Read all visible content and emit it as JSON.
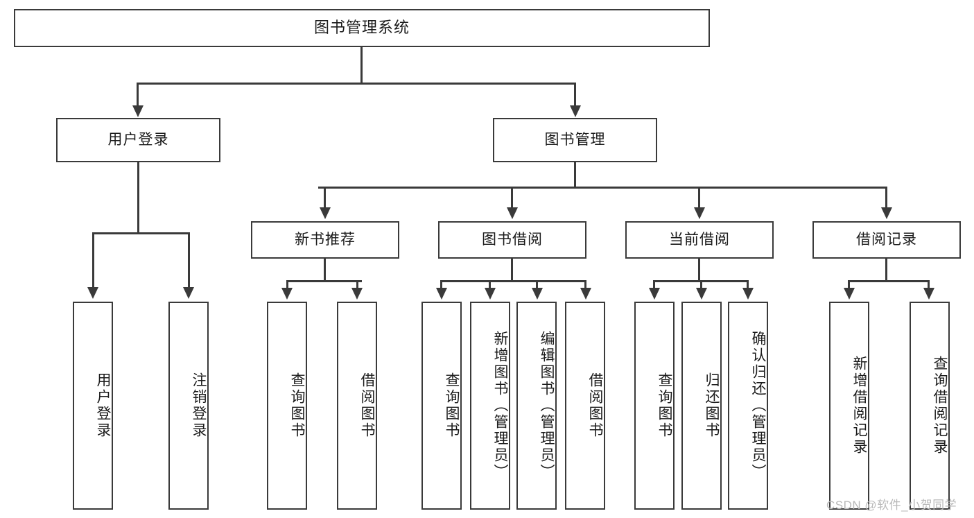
{
  "diagram": {
    "type": "tree-hierarchy",
    "title": "图书管理系统",
    "watermark": "CSDN @软件_小贺同学",
    "levels": {
      "root": {
        "label": "图书管理系统"
      },
      "level2": [
        {
          "id": "user-login",
          "label": "用户登录"
        },
        {
          "id": "book-management",
          "label": "图书管理"
        }
      ],
      "level3": [
        {
          "id": "new-book-recommend",
          "label": "新书推荐",
          "parent": "book-management"
        },
        {
          "id": "book-borrow",
          "label": "图书借阅",
          "parent": "book-management"
        },
        {
          "id": "current-borrow",
          "label": "当前借阅",
          "parent": "book-management"
        },
        {
          "id": "borrow-record",
          "label": "借阅记录",
          "parent": "book-management"
        }
      ],
      "leaves": [
        {
          "id": "leaf-user-login",
          "label": "用户登录",
          "parent": "user-login"
        },
        {
          "id": "leaf-logout-login",
          "label": "注销登录",
          "parent": "user-login"
        },
        {
          "id": "leaf-query-book-1",
          "label": "查询图书",
          "parent": "new-book-recommend"
        },
        {
          "id": "leaf-borrow-book-1",
          "label": "借阅图书",
          "parent": "new-book-recommend"
        },
        {
          "id": "leaf-query-book-2",
          "label": "查询图书",
          "parent": "book-borrow"
        },
        {
          "id": "leaf-add-book-admin",
          "label": "新增图书（管理员）",
          "parent": "book-borrow"
        },
        {
          "id": "leaf-edit-book-admin",
          "label": "编辑图书（管理员）",
          "parent": "book-borrow"
        },
        {
          "id": "leaf-borrow-book-2",
          "label": "借阅图书",
          "parent": "book-borrow"
        },
        {
          "id": "leaf-query-book-3",
          "label": "查询图书",
          "parent": "current-borrow"
        },
        {
          "id": "leaf-return-book",
          "label": "归还图书",
          "parent": "current-borrow"
        },
        {
          "id": "leaf-confirm-return-admin",
          "label": "确认归还（管理员）",
          "parent": "current-borrow"
        },
        {
          "id": "leaf-add-borrow-record",
          "label": "新增借阅记录",
          "parent": "borrow-record"
        },
        {
          "id": "leaf-query-borrow-record",
          "label": "查询借阅记录",
          "parent": "borrow-record"
        }
      ]
    },
    "colors": {
      "stroke": "#3a3a3a",
      "text": "#1b1b1b",
      "background": "#ffffff",
      "watermark": "#b9b9b9"
    }
  }
}
